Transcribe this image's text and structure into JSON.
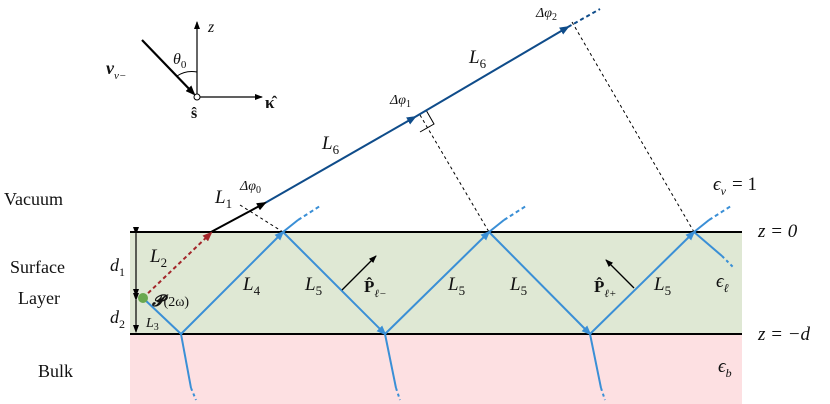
{
  "regions": {
    "vacuum": {
      "label": "Vacuum",
      "epsilon": "ϵ",
      "epsilon_sub": "v",
      "epsilon_value": "= 1"
    },
    "surface": {
      "label_line1": "Surface",
      "label_line2": "Layer",
      "epsilon": "ϵ",
      "epsilon_sub": "ℓ"
    },
    "bulk": {
      "label": "Bulk",
      "epsilon": "ϵ",
      "epsilon_sub": "b"
    }
  },
  "interfaces": {
    "top": "z = 0",
    "bottom": "z = −d"
  },
  "axes": {
    "z": "z",
    "kappa": "κ̂",
    "s": "ŝ",
    "nu": "ν",
    "nu_sub": "v−",
    "theta": "θ",
    "theta_sub": "0"
  },
  "thickness": {
    "d1": "d",
    "d1_sub": "1",
    "d2": "d",
    "d2_sub": "2"
  },
  "source": {
    "symbol": "𝓟",
    "arg": "(2ω)"
  },
  "paths": {
    "L1": "L",
    "L1_sub": "1",
    "L2": "L",
    "L2_sub": "2",
    "L3": "L",
    "L3_sub": "3",
    "L4": "L",
    "L4_sub": "4",
    "L5": "L",
    "L5_sub": "5",
    "L6": "L",
    "L6_sub": "6"
  },
  "phases": {
    "sym": "Δφ",
    "p0": "0",
    "p1": "1",
    "p2": "2"
  },
  "polarization": {
    "minus": "P̂",
    "minus_sub": "ℓ−",
    "plus": "P̂",
    "plus_sub": "ℓ+"
  },
  "colors": {
    "surface_fill": "#dfe8d4",
    "bulk_fill": "#fde0e2",
    "beam": "#3a8fd6",
    "beam_dark": "#0f4c8a",
    "dipole_arrow": "#a3262a",
    "source_dot": "#6aa84f"
  }
}
